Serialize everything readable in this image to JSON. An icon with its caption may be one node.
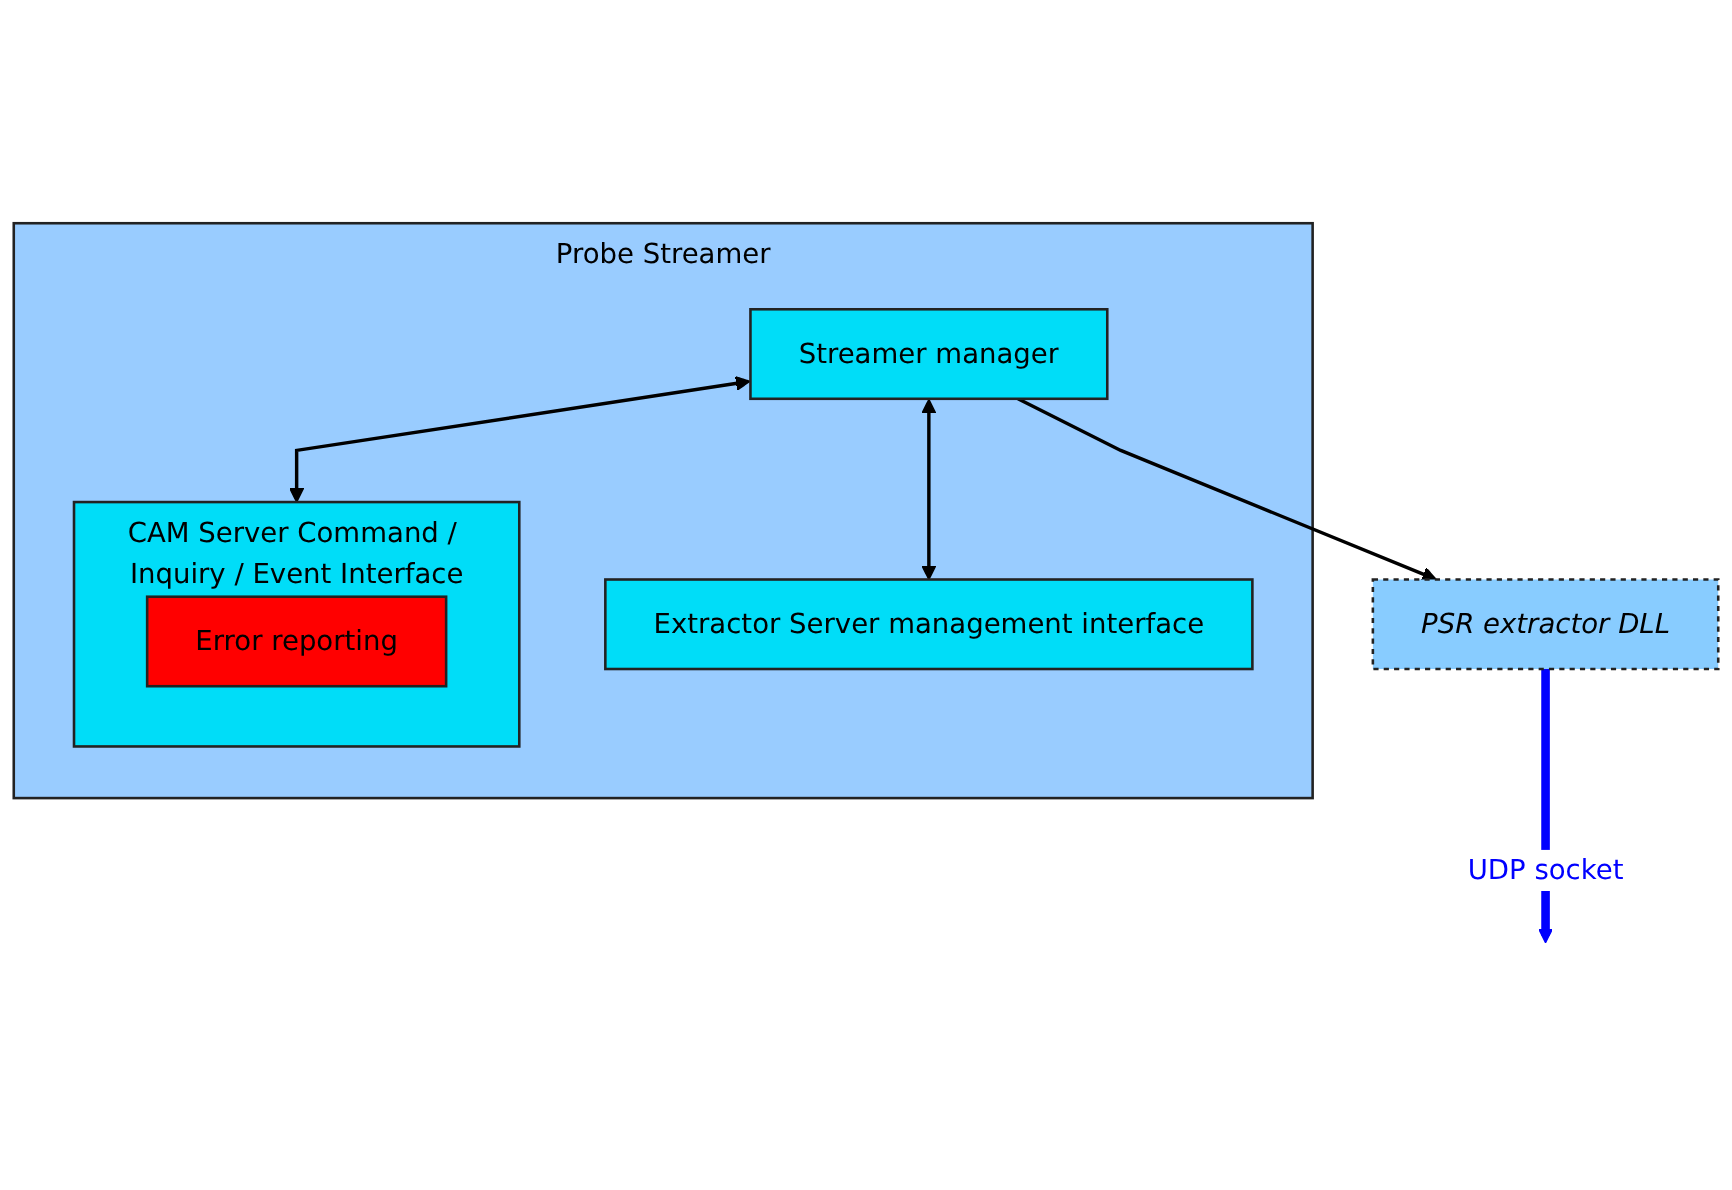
{
  "diagram": {
    "nodes": [
      {
        "text": [
          "Probe Streamer"
        ]
      },
      {
        "text": [
          "Streamer manager"
        ],
        "in": 0
      },
      {
        "text": [
          "Extractor Server management interface"
        ],
        "in": 0
      },
      {
        "text": [
          "CAM Server Command / Inquiry / Event Interface"
        ],
        "in": 0
      },
      {
        "text": [
          "Error reporting"
        ],
        "in": 3
      },
      {
        "text": [
          "PSR extractor DLL"
        ]
      }
    ],
    "edges": [
      {
        "from": 1,
        "to": 2,
        "arrow": "both"
      },
      {
        "from": 1,
        "to": 3,
        "arrow": "both"
      },
      {
        "from": 1,
        "to": 5,
        "arrow": "to"
      },
      {
        "from": 5,
        "to": null,
        "arrow": "to",
        "label": "UDP socket",
        "style": "thick",
        "color": "#0000ff"
      }
    ]
  }
}
